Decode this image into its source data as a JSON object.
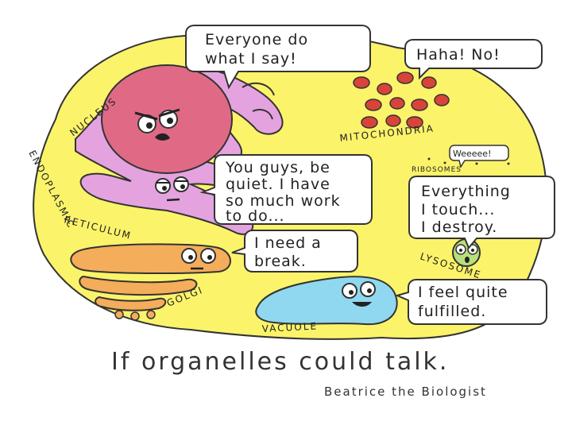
{
  "labels": {
    "nucleus": "NUCLEUS",
    "endoplasmic": "ENDOPLASMIC",
    "reticulum": "RETICULUM",
    "mitochondria": "MITOCHONDRIA",
    "ribosomes": "RIBOSOMES",
    "lysosome": "LYSOSOME",
    "golgi": "GOLGI",
    "vacuole": "VACUOLE"
  },
  "speech": {
    "nucleus": [
      "Everyone do",
      "what I say!"
    ],
    "mitochondria": [
      "Haha! No!"
    ],
    "ribosomes": [
      "Weeeee!"
    ],
    "er": [
      "You guys, be",
      "quiet. I have",
      "so much work",
      "to do..."
    ],
    "lysosome": [
      "Everything",
      "I touch...",
      "I destroy."
    ],
    "golgi": [
      "I need a",
      "break."
    ],
    "vacuole": [
      "I feel quite",
      "fulfilled."
    ]
  },
  "caption": "If organelles could talk.",
  "credit": "Beatrice the Biologist",
  "colors": {
    "cytoplasm": "#fbf36a",
    "cytoplasm_edge": "#e3d84a",
    "nucleus": "#e06a86",
    "er": "#e4a3df",
    "mitochondria": "#d9443a",
    "golgi": "#f4ad5a",
    "vacuole": "#8fd8f0",
    "lysosome": "#b7e07a"
  }
}
